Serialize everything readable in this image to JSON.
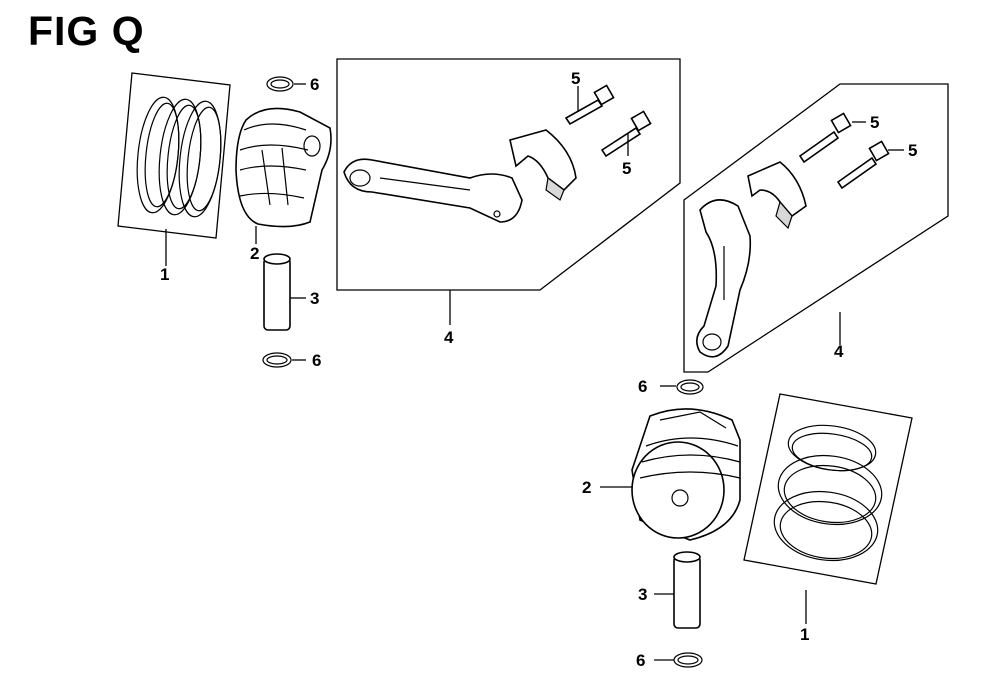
{
  "figure": {
    "title": "FIG Q"
  },
  "callouts": {
    "left_rings": "1",
    "left_piston": "2",
    "left_pin": "3",
    "left_rod_assembly": "4",
    "left_bolt_top": "5",
    "left_bolt_bottom": "5",
    "left_clip_top": "6",
    "left_clip_bottom": "6",
    "right_rod_assembly": "4",
    "right_bolt_top": "5",
    "right_bolt_bottom": "5",
    "right_clip_top": "6",
    "right_piston": "2",
    "right_pin": "3",
    "right_clip_bottom": "6",
    "right_rings": "1"
  }
}
